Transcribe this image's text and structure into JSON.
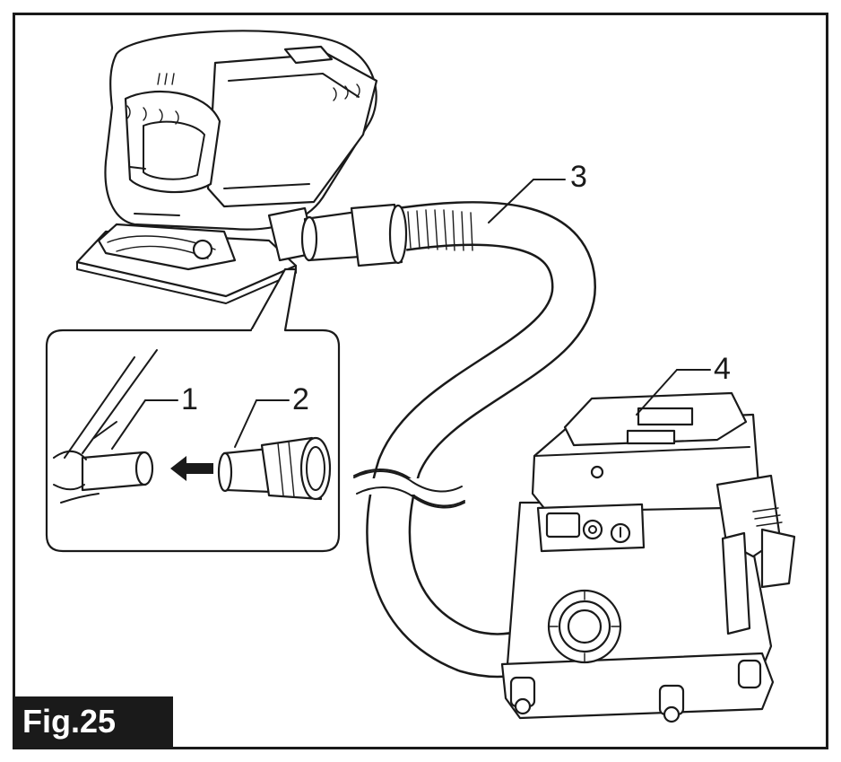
{
  "figure": {
    "label": "Fig.25",
    "callouts": [
      "1",
      "2",
      "3",
      "4"
    ]
  },
  "parts": {
    "tool": "sander",
    "hose": "vacuum-hose",
    "vacuum": "dust-extractor",
    "detail": "nozzle-connection-inset"
  },
  "colors": {
    "ink": "#1a1a1a",
    "background": "#ffffff"
  }
}
